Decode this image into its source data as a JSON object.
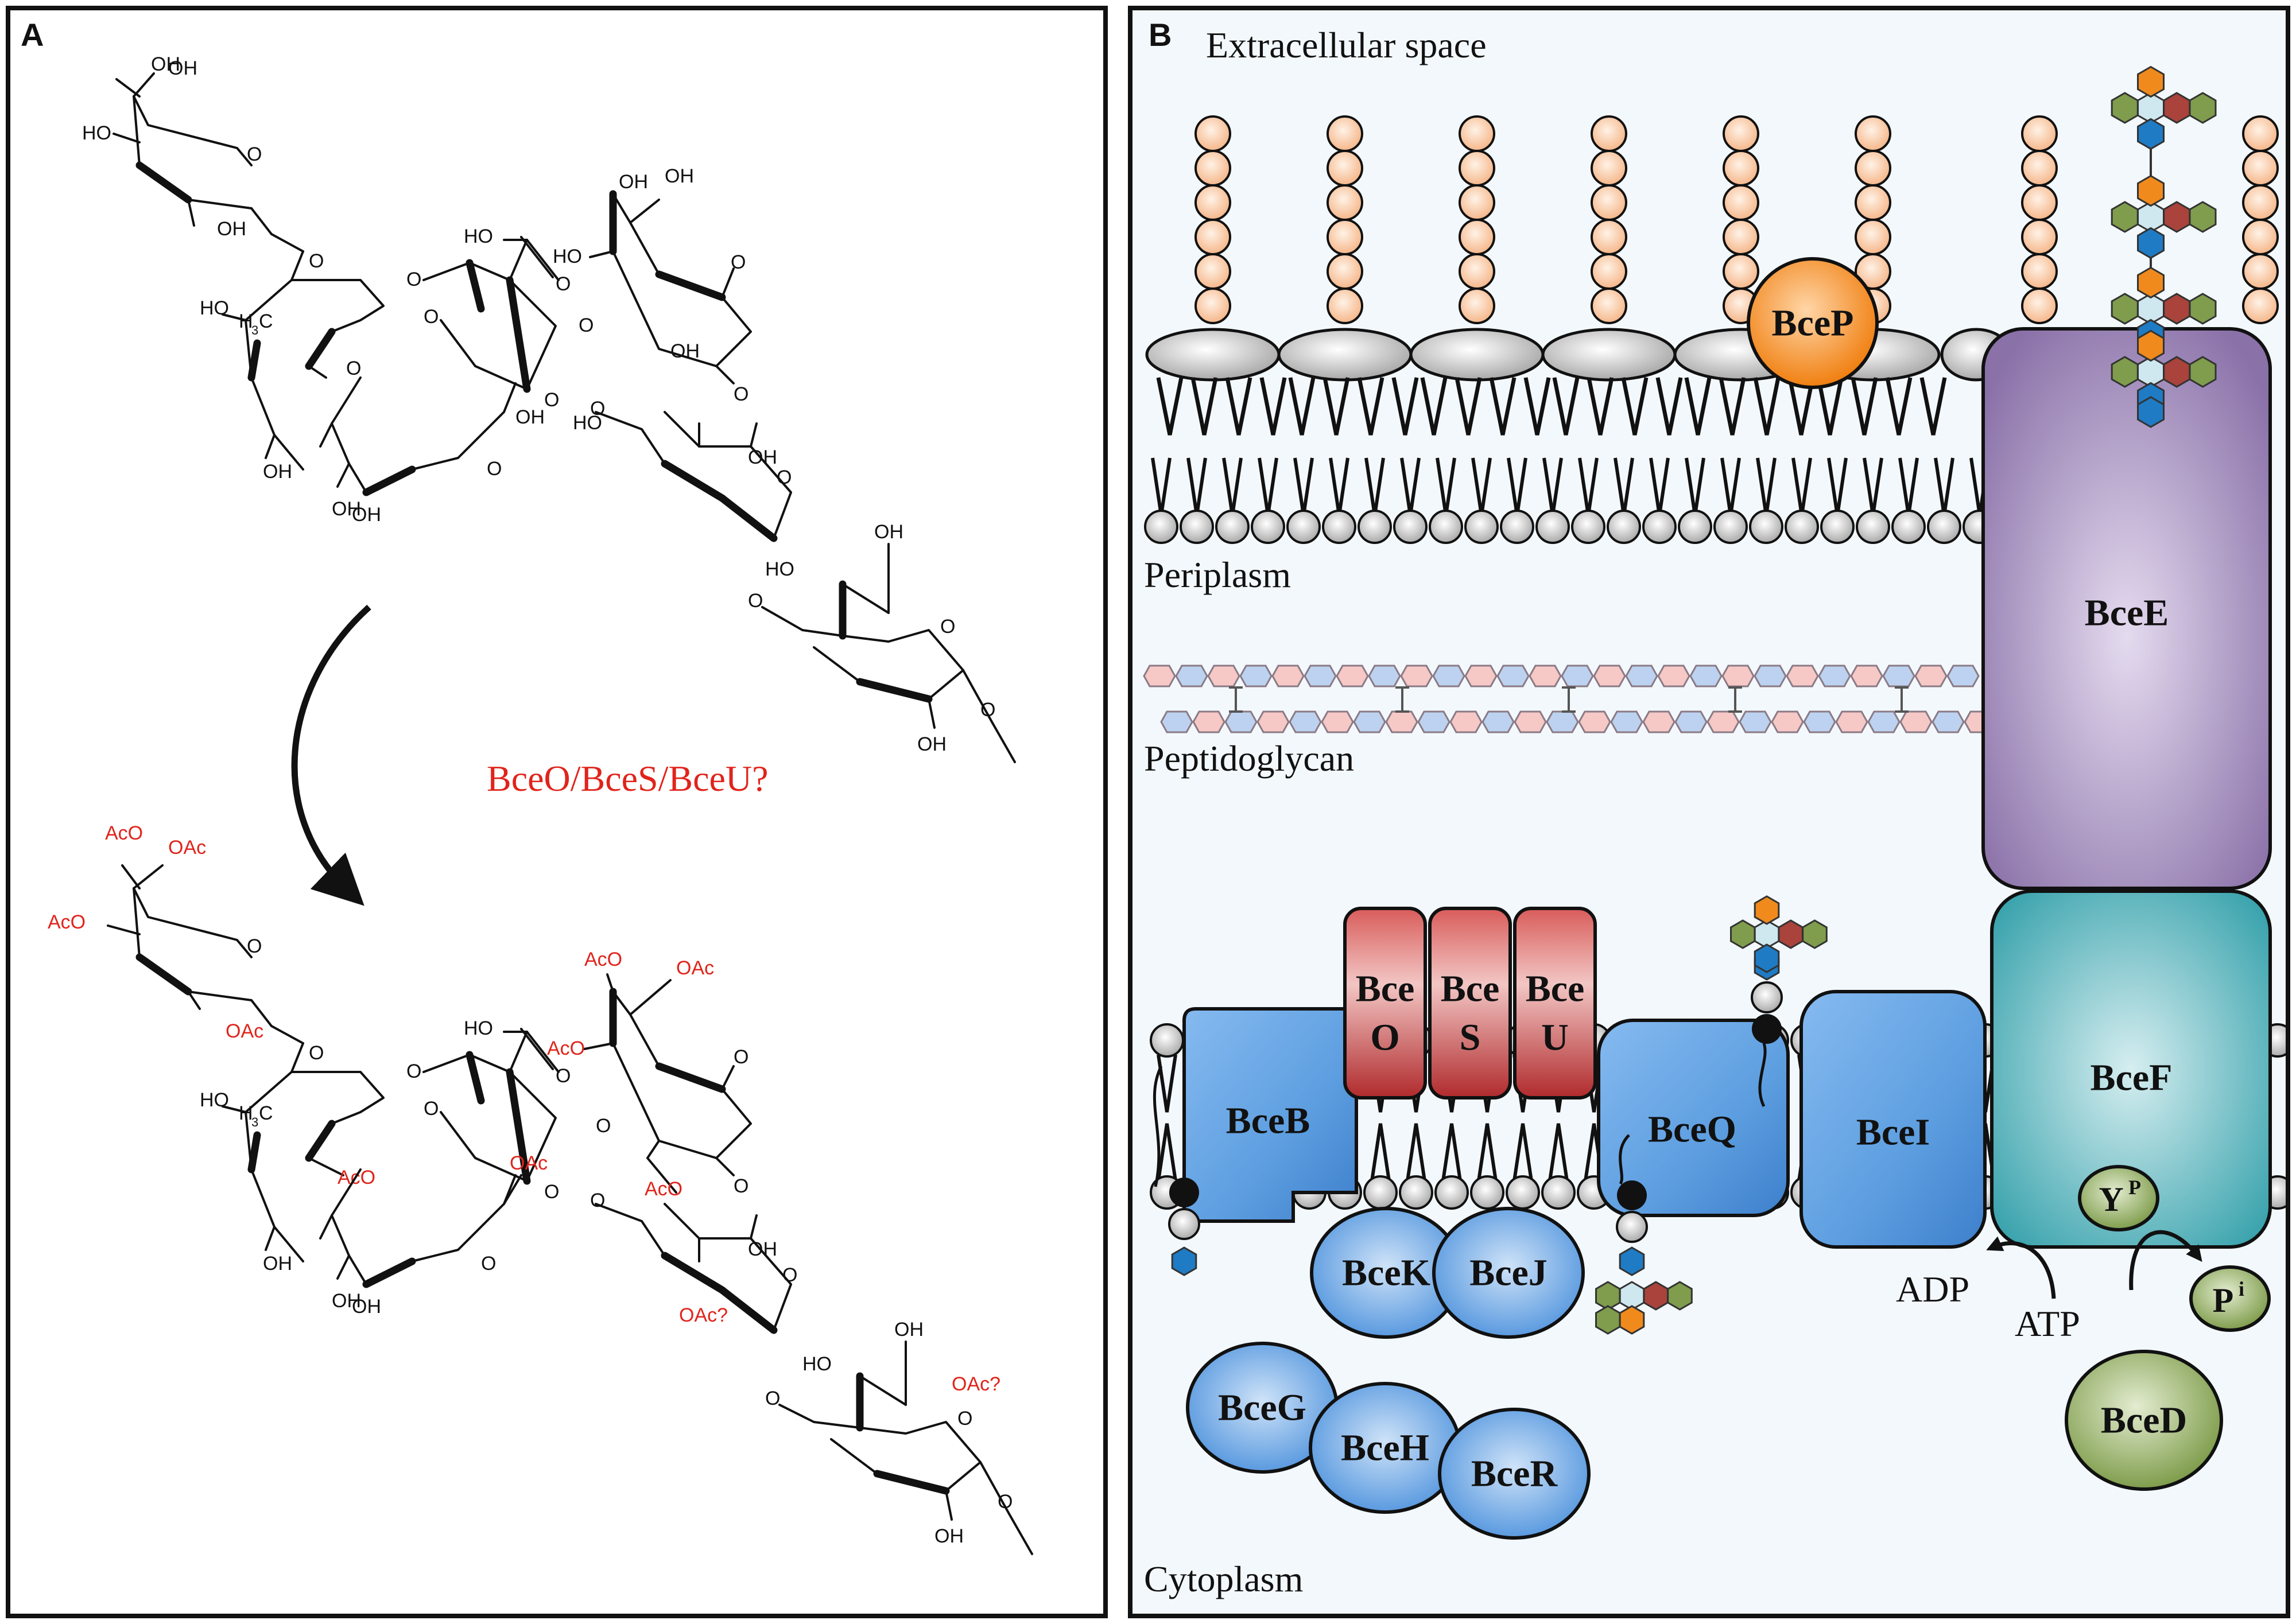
{
  "panel_a": {
    "label": "A",
    "enzyme_label": "BceO/BceS/BceU?",
    "chem": {
      "oh": "OH",
      "ho": "HO",
      "h3c": "H",
      "h3c_sub": "3",
      "h3c_c": "C",
      "o": "O",
      "aco": "AcO",
      "oac": "OAc",
      "oac_q": "OAc?"
    }
  },
  "panel_b": {
    "label": "B",
    "regions": {
      "extracellular": "Extracellular space",
      "periplasm": "Periplasm",
      "peptidoglycan": "Peptidoglycan",
      "cytoplasm": "Cytoplasm"
    },
    "proteins": {
      "bcep": "BceP",
      "bcee": "BceE",
      "bcef": "BceF",
      "bceb": "BceB",
      "bceo_1": "Bce",
      "bceo_2": "O",
      "bces_1": "Bce",
      "bces_2": "S",
      "bceu_1": "Bce",
      "bceu_2": "U",
      "bceq": "BceQ",
      "bcei": "BceI",
      "bcek": "BceK",
      "bcej": "BceJ",
      "bceg": "BceG",
      "bceh": "BceH",
      "bcer": "BceR",
      "bced": "BceD"
    },
    "small": {
      "adp": "ADP",
      "atp": "ATP",
      "y": "Y",
      "y_sup": "P",
      "p": "P",
      "p_sup": "i"
    },
    "colors": {
      "blue_protein": "#5d9ee0",
      "red_protein": "#c0393b",
      "purple_protein": "#8a71a8",
      "teal_protein": "#4bb3bb",
      "orange_protein": "#f08a1c",
      "green_small": "#8bab57",
      "lps_bead": "#f9c7a1"
    }
  }
}
